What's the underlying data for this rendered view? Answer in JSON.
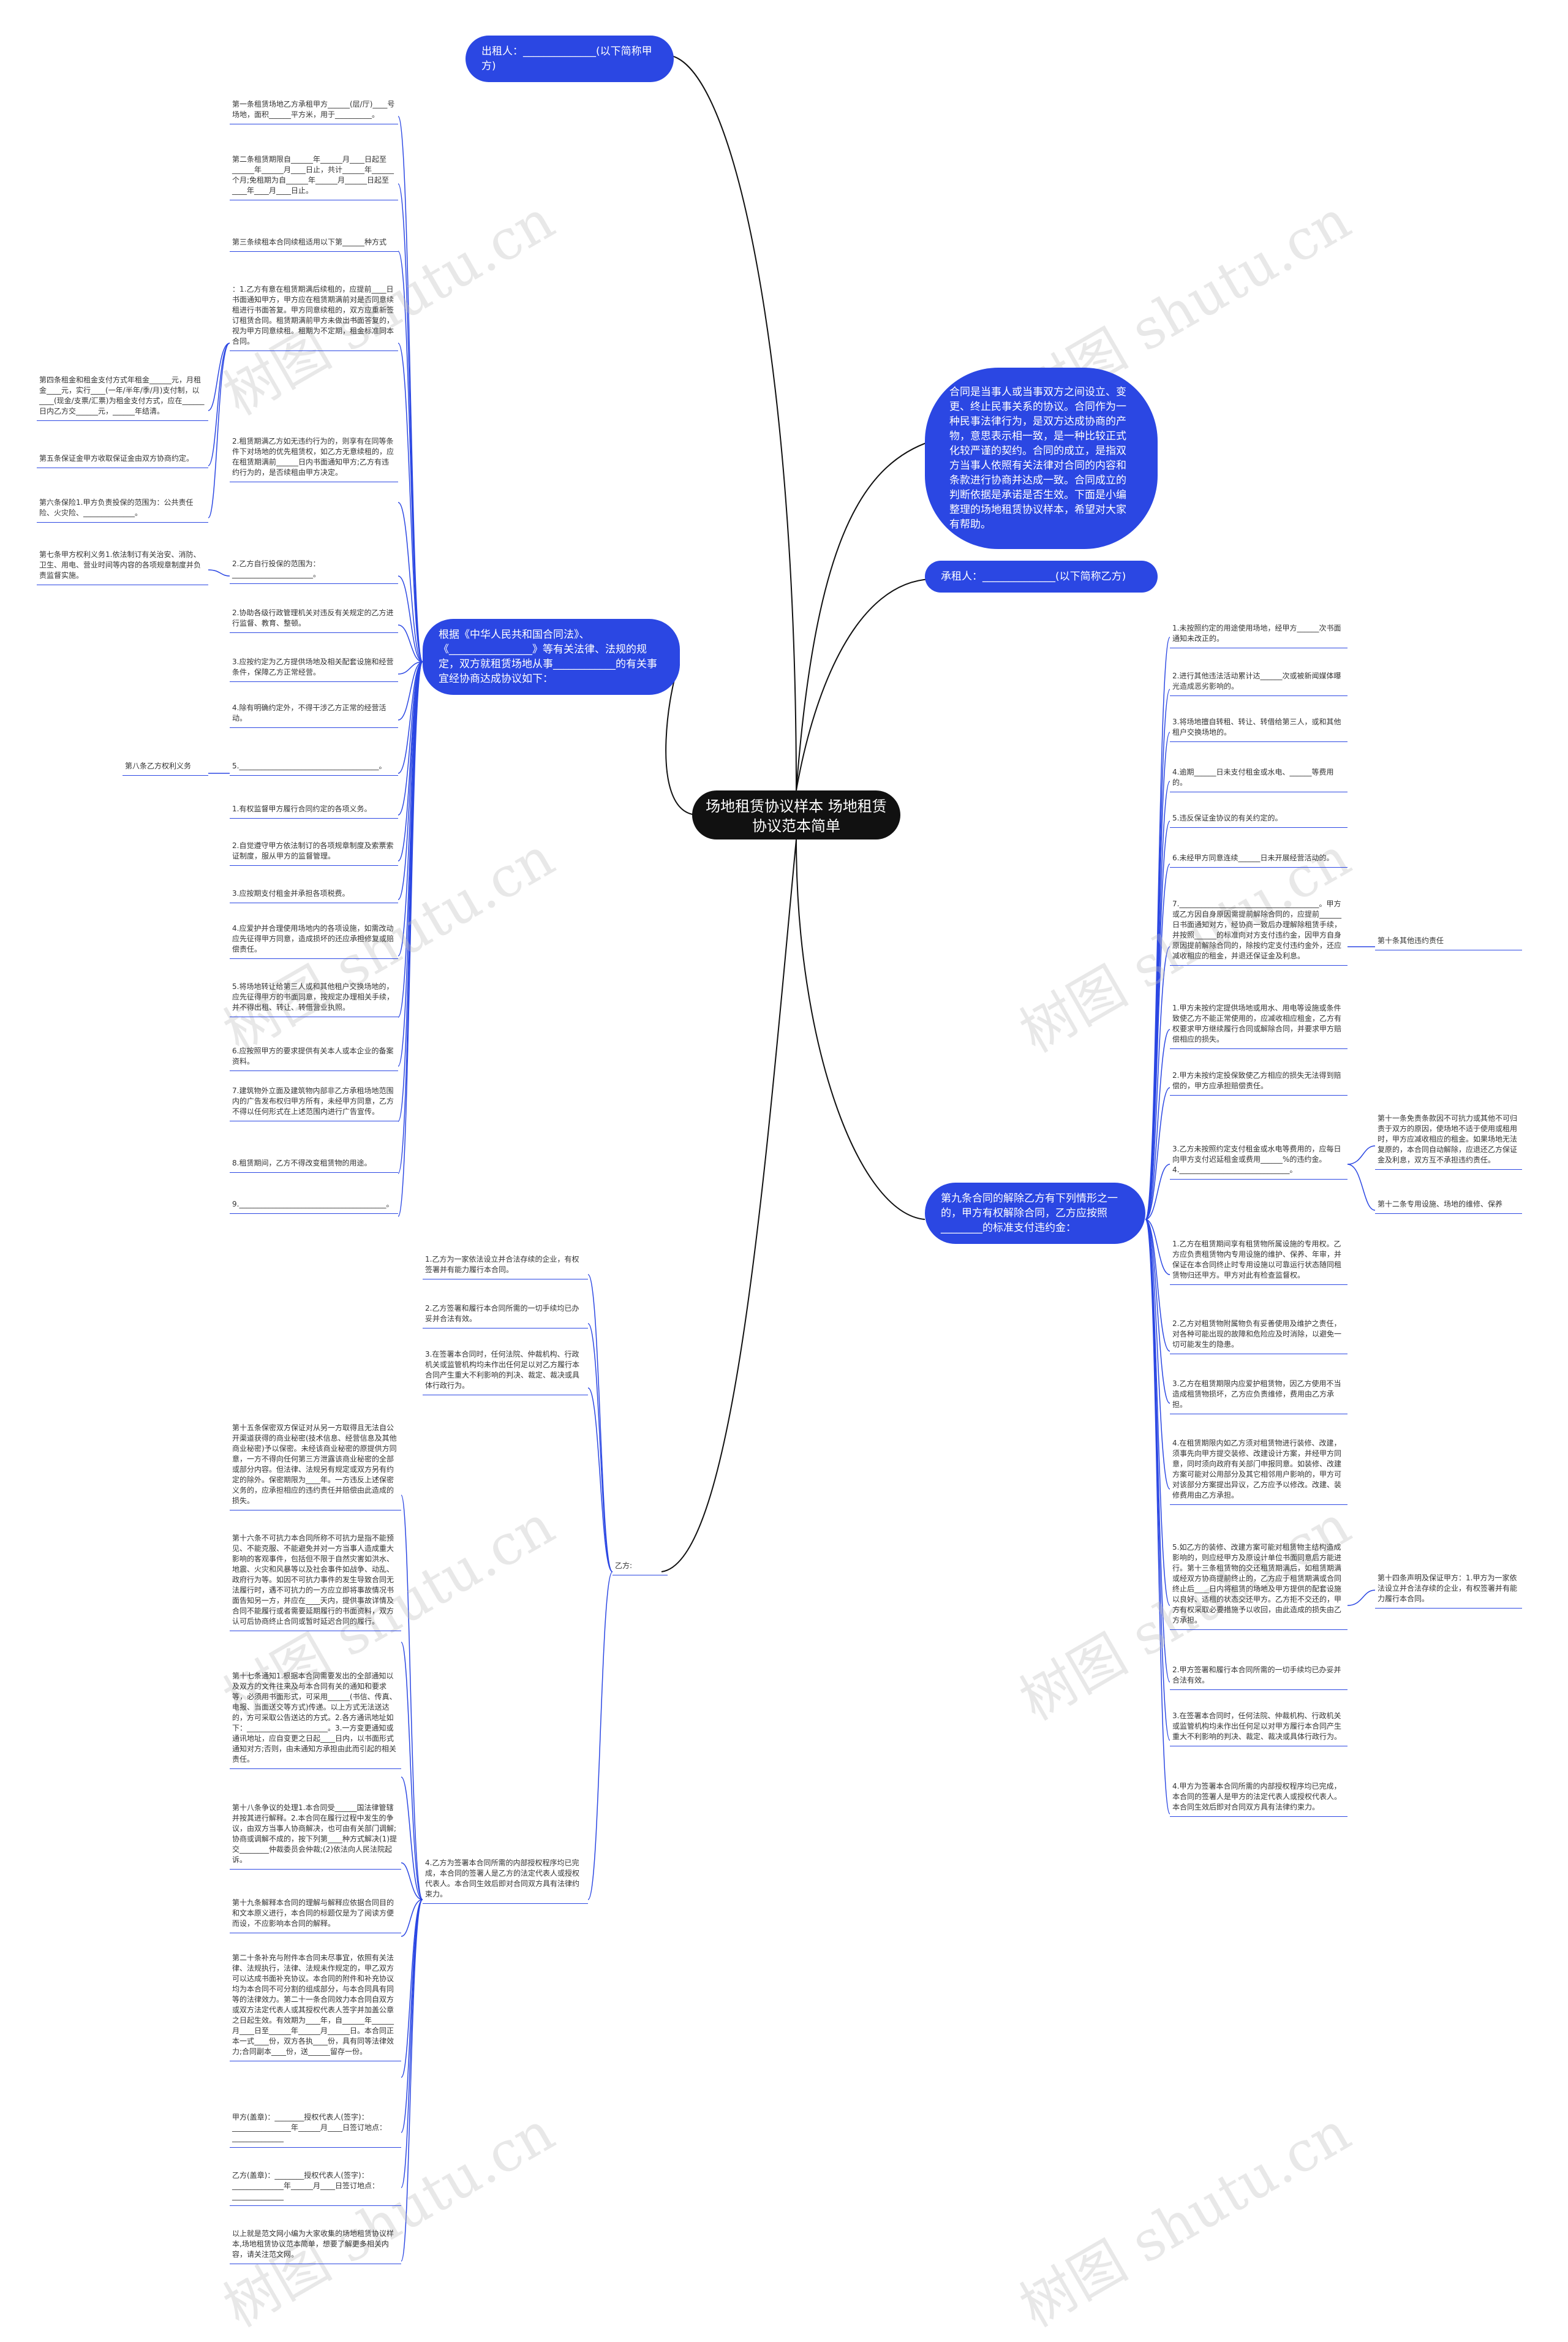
{
  "root": "场地租赁协议样本 场地租赁协议范本简单",
  "top": {
    "lessor": "出租人：______________(以下简称甲方)",
    "intro": "合同是当事人或当事双方之间设立、变更、终止民事关系的协议。合同作为一种民事法律行为，是双方达成协商的产物，意思表示相一致，是一种比较正式化较严谨的契约。合同的成立，是指双方当事人依照有关法律对合同的内容和条款进行协商并达成一致。合同成立的判断依据是承诺是否生效。下面是小编整理的场地租赁协议样本，希望对大家有帮助。",
    "lessee": "承租人：______________(以下简称乙方)"
  },
  "left_main": "根据《中华人民共和国合同法》、《________________》等有关法律、法规的规定，双方就租赁场地从事____________的有关事宜经协商达成协议如下：",
  "left_leaves": [
    "第一条租赁场地乙方承租甲方______(层/厅)____号场地，面积______平方米，用于__________。",
    "第二条租赁期限自______年______月____日起至______年______月____日止，共计______年______个月;免租期为自______年______月______日起至____年____月____日止。",
    "第三条续租本合同续租适用以下第______种方式",
    "：1.乙方有意在租赁期满后续租的，应提前____日书面通知甲方，甲方应在租赁期满前对是否同意续租进行书面答复。甲方同意续租的，双方应重新签订租赁合同。租赁期满前甲方未做出书面答复的，视为甲方同意续租。租期为不定期，租金标准同本合同。",
    "2.租赁期满乙方如无违约行为的，则享有在同等条件下对场地的优先租赁权，如乙方无意续租的，应在租赁期满前______日内书面通知甲方;乙方有违约行为的，是否续租由甲方决定。",
    "2.乙方自行投保的范围为：______________________。",
    "2.协助各级行政管理机关对违反有关规定的乙方进行监督、教育、整顿。",
    "3.应按约定为乙方提供场地及相关配套设施和经营条件，保障乙方正常经营。",
    "4.除有明确约定外，不得干涉乙方正常的经营活动。",
    "5.______________________________________。",
    "1.有权监督甲方履行合同约定的各项义务。",
    "2.自觉遵守甲方依法制订的各项规章制度及索票索证制度，服从甲方的监督管理。",
    "3.应按期支付租金并承担各项税费。",
    "4.应爱护并合理使用场地内的各项设施，如需改动应先征得甲方同意，造成损坏的还应承担修复或赔偿责任。",
    "5.将场地转让给第三人或和其他租户交换场地的，应先征得甲方的书面同意，按规定办理相关手续，并不得出租、转让、转借营业执照。",
    "6.应按照甲方的要求提供有关本人或本企业的备案资料。",
    "7.建筑物外立面及建筑物内部非乙方承租场地范围内的广告发布权归甲方所有，未经甲方同意，乙方不得以任何形式在上述范围内进行广告宣传。",
    "8.租赁期间，乙方不得改变租赁物的用途。",
    "9.________________________________________。"
  ],
  "far_left": [
    "第四条租金和租金支付方式年租金______元，月租金____元，实行____(一年/半年/季/月)支付制，以____(现金/支票/汇票)为租金支付方式，应在______日内乙方交______元，______年结清。",
    "第五条保证金甲方收取保证金由双方协商约定。",
    "第六条保险1.甲方负责投保的范围为：公共责任险、火灾险、______________。",
    "第七条甲方权利义务1.依法制订有关治安、消防、卫生、用电、营业时间等内容的各项规章制度并负责监督实施。",
    "第八条乙方权利义务"
  ],
  "yifang_label": "乙方:",
  "yifang_leaves": [
    "1.乙方为一家依法设立并合法存续的企业，有权签署并有能力履行本合同。",
    "2.乙方签署和履行本合同所需的一切手续均已办妥并合法有效。",
    "3.在签署本合同时，任何法院、仲裁机构、行政机关或监管机构均未作出任何足以对乙方履行本合同产生重大不利影响的判决、裁定、裁决或具体行政行为。",
    "4.乙方为签署本合同所需的内部授权程序均已完成，本合同的签署人是乙方的法定代表人或授权代表人。本合同生效后即对合同双方具有法律约束力。"
  ],
  "yifang_far": [
    "第十五条保密双方保证对从另一方取得且无法自公开渠道获得的商业秘密(技术信息、经营信息及其他商业秘密)予以保密。未经该商业秘密的原提供方同意，一方不得向任何第三方泄露该商业秘密的全部或部分内容。但法律、法规另有规定或双方另有约定的除外。保密期限为____年。一方违反上述保密义务的，应承担相应的违约责任并赔偿由此造成的损失。",
    "第十六条不可抗力本合同所称不可抗力是指不能预见、不能克服、不能避免并对一方当事人造成重大影响的客观事件，包括但不限于自然灾害如洪水、地震、火灾和风暴等以及社会事件如战争、动乱、政府行为等。如因不可抗力事件的发生导致合同无法履行时，遇不可抗力的一方应立即将事故情况书面告知另一方，并应在____天内，提供事故详情及合同不能履行或者需要延期履行的书面资料，双方认可后协商终止合同或暂时延迟合同的履行。",
    "第十七条通知1.根据本合同需要发出的全部通知以及双方的文件往来及与本合同有关的通知和要求等，必须用书面形式，可采用______(书信、传真、电报、当面送交等方式)传递。以上方式无法送达的，方可采取公告送达的方式。2.各方通讯地址如下：______________________。3.一方变更通知或通讯地址，应自变更之日起____日内，以书面形式通知对方;否则，由未通知方承担由此而引起的相关责任。",
    "第十八条争议的处理1.本合同受______国法律管辖并按其进行解释。2.本合同在履行过程中发生的争议，由双方当事人协商解决，也可由有关部门调解;协商或调解不成的，按下列第____种方式解决(1)提交________仲裁委员会仲裁;(2)依法向人民法院起诉。",
    "第十九条解释本合同的理解与解释应依据合同目的和文本原义进行，本合同的标题仅是为了阅读方便而设，不应影响本合同的解释。",
    "第二十条补充与附件本合同未尽事宜，依照有关法律、法规执行，法律、法规未作规定的，甲乙双方可以达成书面补充协议。本合同的附件和补充协议均为本合同不可分割的组成部分，与本合同具有同等的法律效力。第二十一条合同效力本合同自双方或双方法定代表人或其授权代表人签字并加盖公章之日起生效。有效期为____年，自______年______月____日至______年______月______日。本合同正本一式____份，双方各执____份，具有同等法律效力;合同副本____份，送______留存一份。",
    "甲方(盖章)：________授权代表人(签字)：________________年______月____日签订地点：______________",
    "乙方(盖章)：________授权代表人(签字)：______________年______月____日签订地点：______________",
    "以上就是范文网小编为大家收集的场地租赁协议样本,场地租赁协议范本简单，想要了解更多相关内容，请关注范文网。"
  ],
  "right_main": "第九条合同的解除乙方有下列情形之一的，甲方有权解除合同，乙方应按照________的标准支付违约金：",
  "right_leaves": [
    "1.未按照约定的用途使用场地，经甲方______次书面通知未改正的。",
    "2.进行其他违法活动累计达______次或被新闻媒体曝光造成恶劣影响的。",
    "3.将场地擅自转租、转让、转借给第三人，或和其他租户交换场地的。",
    "4.逾期______日未支付租金或水电、______等费用的。",
    "5.违反保证金协议的有关约定的。",
    "6.未经甲方同意连续______日未开展经营活动的。",
    "7.______________________________________。甲方或乙方因自身原因需提前解除合同的，应提前______日书面通知对方，经协商一致后办理解除租赁手续，并按照______的标准向对方支付违约金，因甲方自身原因提前解除合同的，除按约定支付违约金外，还应减收相应的租金，并退还保证金及利息。",
    "1.甲方未按约定提供场地或用水、用电等设施或条件致使乙方不能正常使用的，应减收相应租金，乙方有权要求甲方继续履行合同或解除合同，并要求甲方赔偿相应的损失。",
    "2.甲方未按约定投保致使乙方相应的损失无法得到赔偿的，甲方应承担赔偿责任。",
    "3.乙方未按照约定支付租金或水电等费用的，应每日向甲方支付迟延租金或费用______%的违约金。4.______________________________。",
    "1.乙方在租赁期间享有租赁物所属设施的专用权。乙方应负责租赁物内专用设施的维护、保养、年审，并保证在本合同终止时专用设施以可靠运行状态随同租赁物归还甲方。甲方对此有检查监督权。",
    "2.乙方对租赁物附属物负有妥善使用及维护之责任，对各种可能出现的故障和危险应及时消除，以避免一切可能发生的隐患。",
    "3.乙方在租赁期限内应爱护租赁物，因乙方使用不当造成租赁物损坏，乙方应负责维修，费用由乙方承担。",
    "4.在租赁期限内如乙方须对租赁物进行装修、改建，须事先向甲方提交装修、改建设计方案，并经甲方同意，同时须向政府有关部门申报同意。如装修、改建方案可能对公用部分及其它相邻用户影响的，甲方可对该部分方案提出异议，乙方应予以修改。改建、装修费用由乙方承担。",
    "5.如乙方的装修、改建方案可能对租赁物主结构造成影响的，则应经甲方及原设计单位书面同意后方能进行。第十三条租赁物的交还租赁期满后，如租赁期满或经双方协商提前终止的，乙方应于租赁期满或合同终止后____日内将租赁的场地及甲方提供的配套设施以良好、适租的状态交还甲方。乙方拒不交还的，甲方有权采取必要措施予以收回，由此造成的损失由乙方承担。",
    "2.甲方签署和履行本合同所需的一切手续均已办妥并合法有效。",
    "3.在签署本合同时，任何法院、仲裁机构、行政机关或监管机构均未作出任何足以对甲方履行本合同产生重大不利影响的判决、裁定、裁决或具体行政行为。",
    "4.甲方为签署本合同所需的内部授权程序均已完成，本合同的签署人是甲方的法定代表人或授权代表人。本合同生效后即对合同双方具有法律约束力。"
  ],
  "right_far": [
    "第十条其他违约责任",
    "第十一条免责条款因不可抗力或其他不可归责于双方的原因，使场地不适于使用或租用时，甲方应减收相应的租金。如果场地无法复原的，本合同自动解除，应退还乙方保证金及利息，双方互不承担违约责任。",
    "第十二条专用设施、场地的维修、保养",
    "第十四条声明及保证甲方：1.甲方为一家依法设立并合法存续的企业，有权签署并有能力履行本合同。"
  ],
  "watermark": "树图 shutu.cn"
}
